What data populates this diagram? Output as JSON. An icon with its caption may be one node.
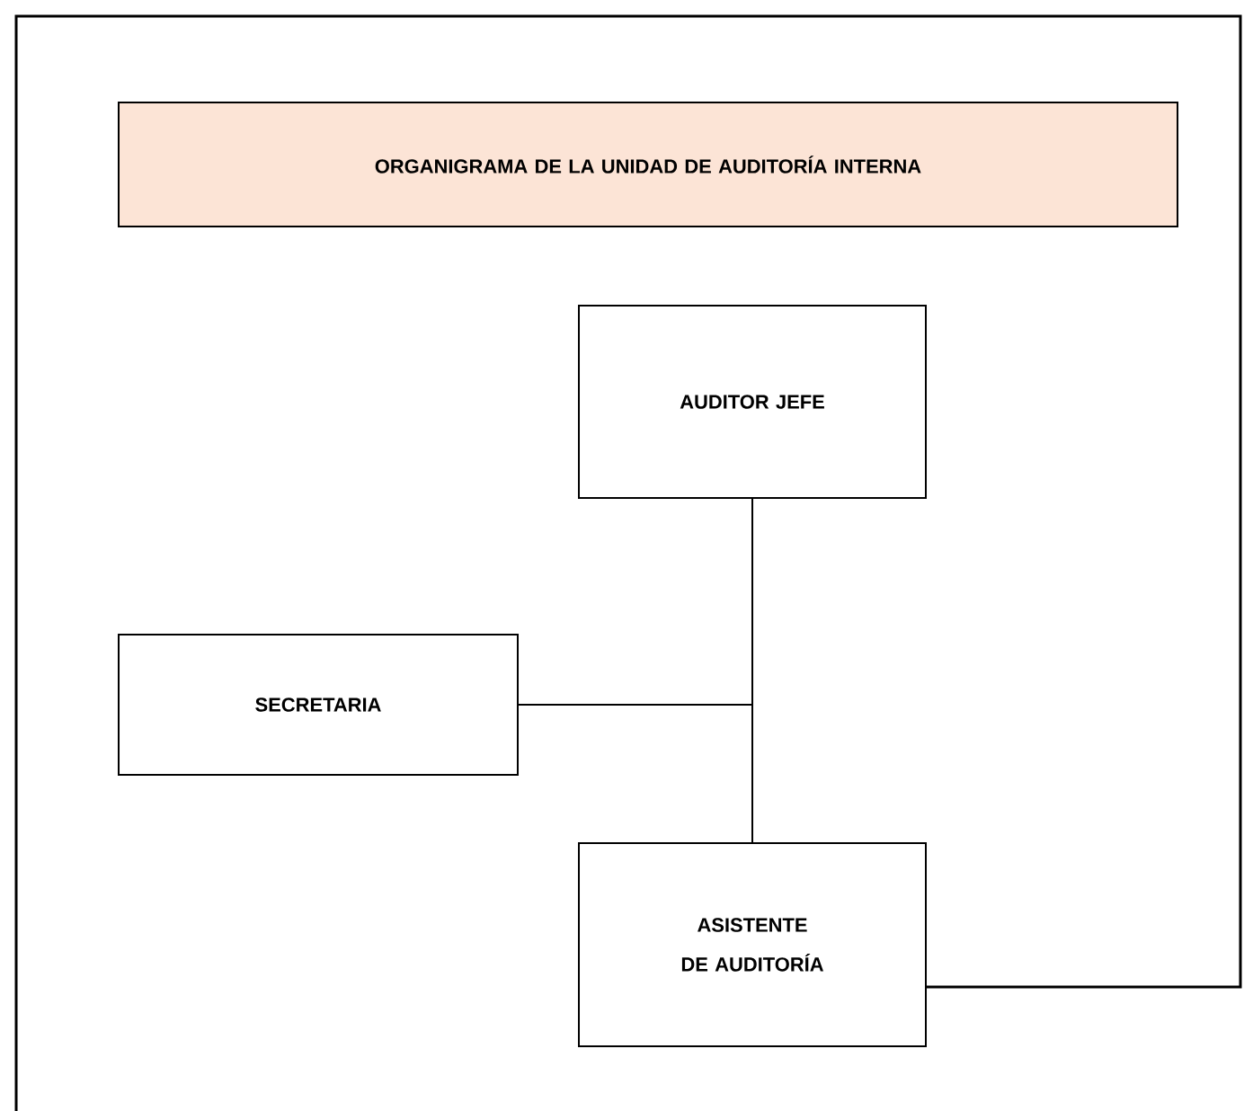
{
  "diagram": {
    "nodes": [
      {
        "text": [
          "ORGANIGRAMA DE LA UNIDAD DE AUDITORÍA INTERNA"
        ]
      },
      {
        "text": [
          "AUDITOR JEFE"
        ]
      },
      {
        "text": [
          "SECRETARIA"
        ]
      },
      {
        "text": [
          "ASISTENTE DE AUDITORÍA"
        ]
      }
    ],
    "edges": [
      {
        "from": 1,
        "to": 3,
        "arrow": "none"
      },
      {
        "from": 2,
        "to": 1,
        "arrow": "none"
      }
    ]
  }
}
